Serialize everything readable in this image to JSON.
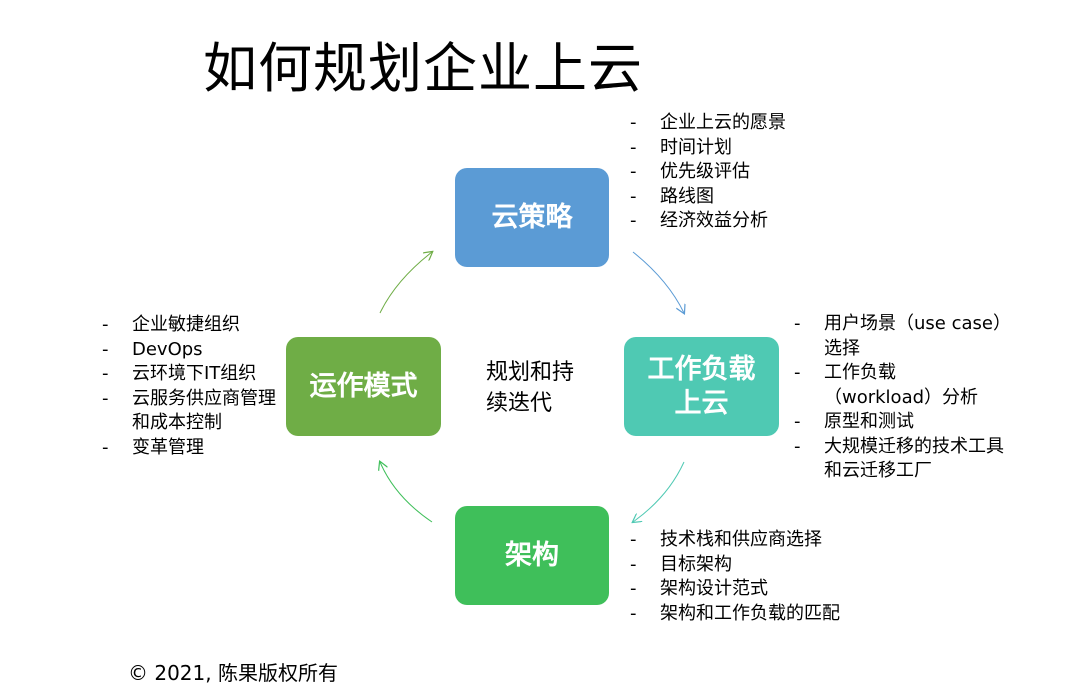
{
  "title": "如何规划企业上云",
  "center": [
    "规划和持",
    "续迭代"
  ],
  "nodes": {
    "strategy": {
      "label": "云策略",
      "color": "#5b9bd5",
      "items": [
        "企业上云的愿景",
        "时间计划",
        "优先级评估",
        "路线图",
        "经济效益分析"
      ]
    },
    "workload": {
      "label_lines": [
        "工作负载",
        "上云"
      ],
      "color": "#4fc9b3",
      "items": [
        "用户场景（use case）选择",
        "工作负载（workload）分析",
        "原型和测试",
        "大规模迁移的技术工具和云迁移工厂"
      ]
    },
    "arch": {
      "label": "架构",
      "color": "#3fbf5a",
      "items": [
        "技术栈和供应商选择",
        "目标架构",
        "架构设计范式",
        "架构和工作负载的匹配"
      ]
    },
    "ops": {
      "label": "运作模式",
      "color": "#6fad46",
      "items": [
        "企业敏捷组织",
        "DevOps",
        "云环境下IT组织",
        "云服务供应商管理和成本控制",
        "变革管理"
      ]
    }
  },
  "copyright": "© 2021, 陈果版权所有"
}
